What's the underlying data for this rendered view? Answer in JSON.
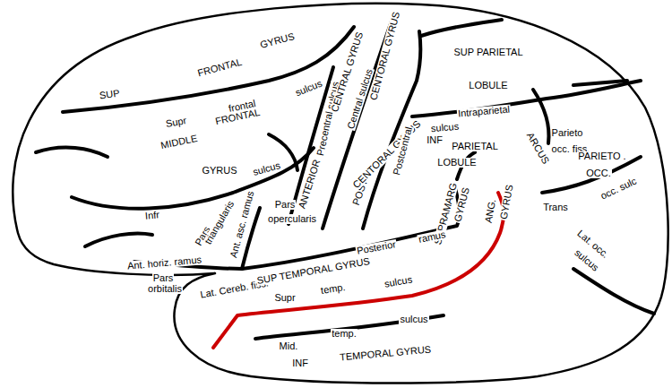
{
  "diagram": {
    "labels": [
      "GYRUS",
      "SUP",
      "FRONTAL",
      "Supr",
      "frontal",
      "sulcus",
      "MIDDLE",
      "FRONTAL",
      "GYRUS",
      "Infr",
      "sulcus",
      "Precentral sulcus",
      "ANTERIOR",
      "CENTRAL GYRUS",
      "Central sulcus",
      "CENTORAL GYRUS",
      "POST",
      "CENTORAL GYRUS",
      "Postcentral",
      "SUP PARIETAL",
      "LOBULE",
      "Intraparietal",
      "sulcus",
      "INF",
      "PARIETAL",
      "LOBULE",
      "SUPRAMARG",
      "GYRUS",
      "ANG.",
      "GYRUS",
      "Parieto",
      "occ. fiss.",
      "ARCUS",
      "PARIETO .",
      "OCC.",
      "Trans",
      "occ. sulc",
      "Lat. occ.",
      "sulcus",
      "Pars",
      "opercularis",
      "Pars",
      "triangularis",
      "Ant. asc. ramus",
      "Ant. horiz. ramus",
      "Pars",
      "orbitalis",
      "Posterior",
      "ramus",
      "Lat. Cereb. fiss.",
      "SUP TEMPORAL GYRUS",
      "Supr",
      "temp.",
      "sulcus",
      "Mid.",
      "temp.",
      "sulcus",
      "INF",
      "TEMPORAL GYRUS"
    ]
  }
}
